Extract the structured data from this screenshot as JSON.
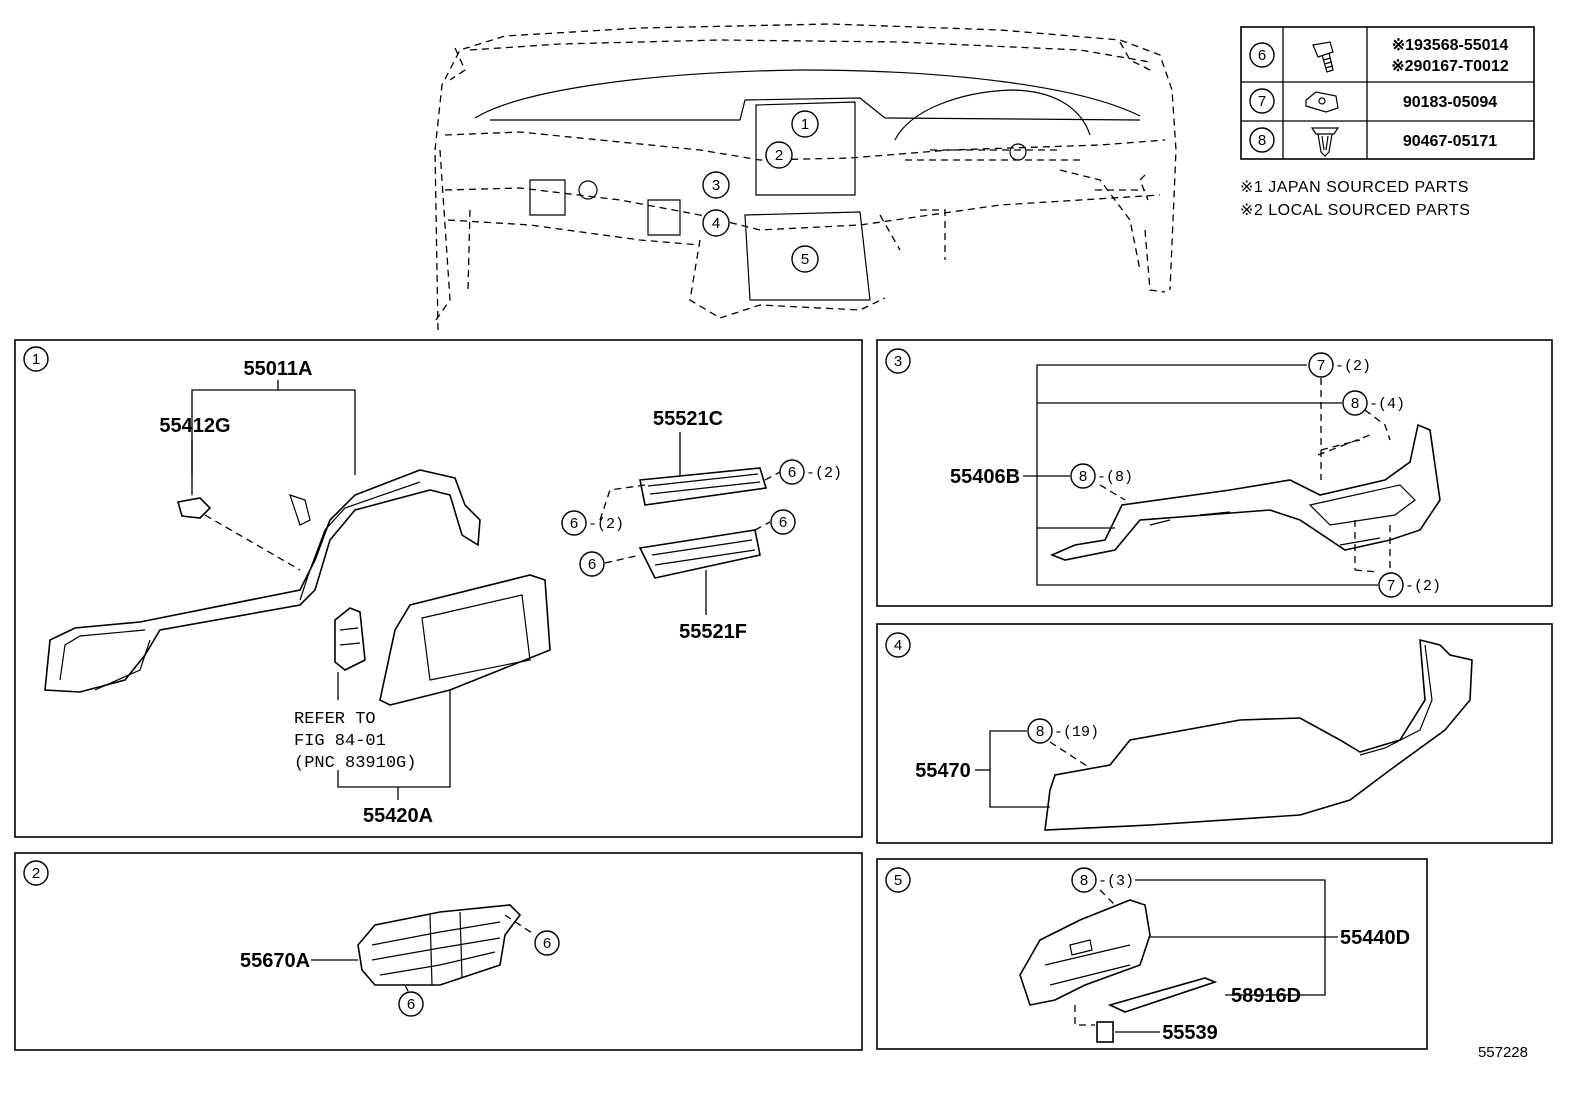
{
  "diagram_id": "557228",
  "callout_table": [
    {
      "callout": "6",
      "part_numbers": [
        "※193568-55014",
        "※290167-T0012"
      ],
      "icon": "screw-icon"
    },
    {
      "callout": "7",
      "part_numbers": [
        "90183-05094"
      ],
      "icon": "clip-nut-icon"
    },
    {
      "callout": "8",
      "part_numbers": [
        "90467-05171"
      ],
      "icon": "push-clip-icon"
    }
  ],
  "notes": [
    "※1 JAPAN SOURCED PARTS",
    "※2 LOCAL SOURCED PARTS"
  ],
  "overview_callouts": [
    "1",
    "2",
    "3",
    "4",
    "5"
  ],
  "panels": {
    "p1": {
      "number": "1",
      "parts": [
        "55011A",
        "55412G",
        "55521C",
        "55521F",
        "55420A"
      ],
      "refer": [
        "REFER TO",
        "FIG 84-01",
        "(PNC 83910G)"
      ],
      "callouts": [
        {
          "num": "6",
          "qty": "-(2)"
        },
        {
          "num": "6",
          "qty": "-(2)"
        },
        {
          "num": "6",
          "qty": ""
        },
        {
          "num": "6",
          "qty": ""
        }
      ]
    },
    "p2": {
      "number": "2",
      "parts": [
        "55670A"
      ],
      "callouts": [
        {
          "num": "6",
          "qty": ""
        },
        {
          "num": "6",
          "qty": ""
        }
      ]
    },
    "p3": {
      "number": "3",
      "parts": [
        "55406B"
      ],
      "callouts": [
        {
          "num": "7",
          "qty": "-(2)"
        },
        {
          "num": "8",
          "qty": "-(4)"
        },
        {
          "num": "8",
          "qty": "-(8)"
        },
        {
          "num": "7",
          "qty": "-(2)"
        }
      ]
    },
    "p4": {
      "number": "4",
      "parts": [
        "55470"
      ],
      "callouts": [
        {
          "num": "8",
          "qty": "-(19)"
        }
      ]
    },
    "p5": {
      "number": "5",
      "parts": [
        "55440D",
        "58916D",
        "55539"
      ],
      "callouts": [
        {
          "num": "8",
          "qty": "-(3)"
        }
      ]
    }
  }
}
